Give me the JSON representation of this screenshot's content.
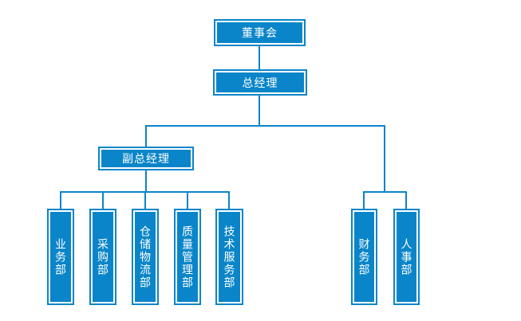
{
  "org_chart": {
    "type": "org-hierarchy-diagram",
    "colors": {
      "background": "#ffffff",
      "node_fill": "#0a85c9",
      "node_outer_border": "#0a85c9",
      "node_inner_outline": "#ffffff",
      "node_text": "#ffffff",
      "connector_line": "#0a85c9"
    },
    "nodes": {
      "board": "董事会",
      "general_manager": "总经理",
      "deputy_general_manager": "副总经理",
      "business_dept": "业务部",
      "purchasing_dept": "采购部",
      "warehouse_logistics_dept": "仓储物流部",
      "quality_management_dept": "质量管理部",
      "technical_service_dept": "技术服务部",
      "finance_dept": "财务部",
      "hr_dept": "人事部"
    },
    "hierarchy": {
      "label": "董事会",
      "children": [
        {
          "label": "总经理",
          "children": [
            {
              "label": "副总经理",
              "children": [
                {
                  "label": "业务部"
                },
                {
                  "label": "采购部"
                },
                {
                  "label": "仓储物流部"
                },
                {
                  "label": "质量管理部"
                },
                {
                  "label": "技术服务部"
                }
              ]
            },
            {
              "label": "财务部"
            },
            {
              "label": "人事部"
            }
          ]
        }
      ]
    }
  }
}
